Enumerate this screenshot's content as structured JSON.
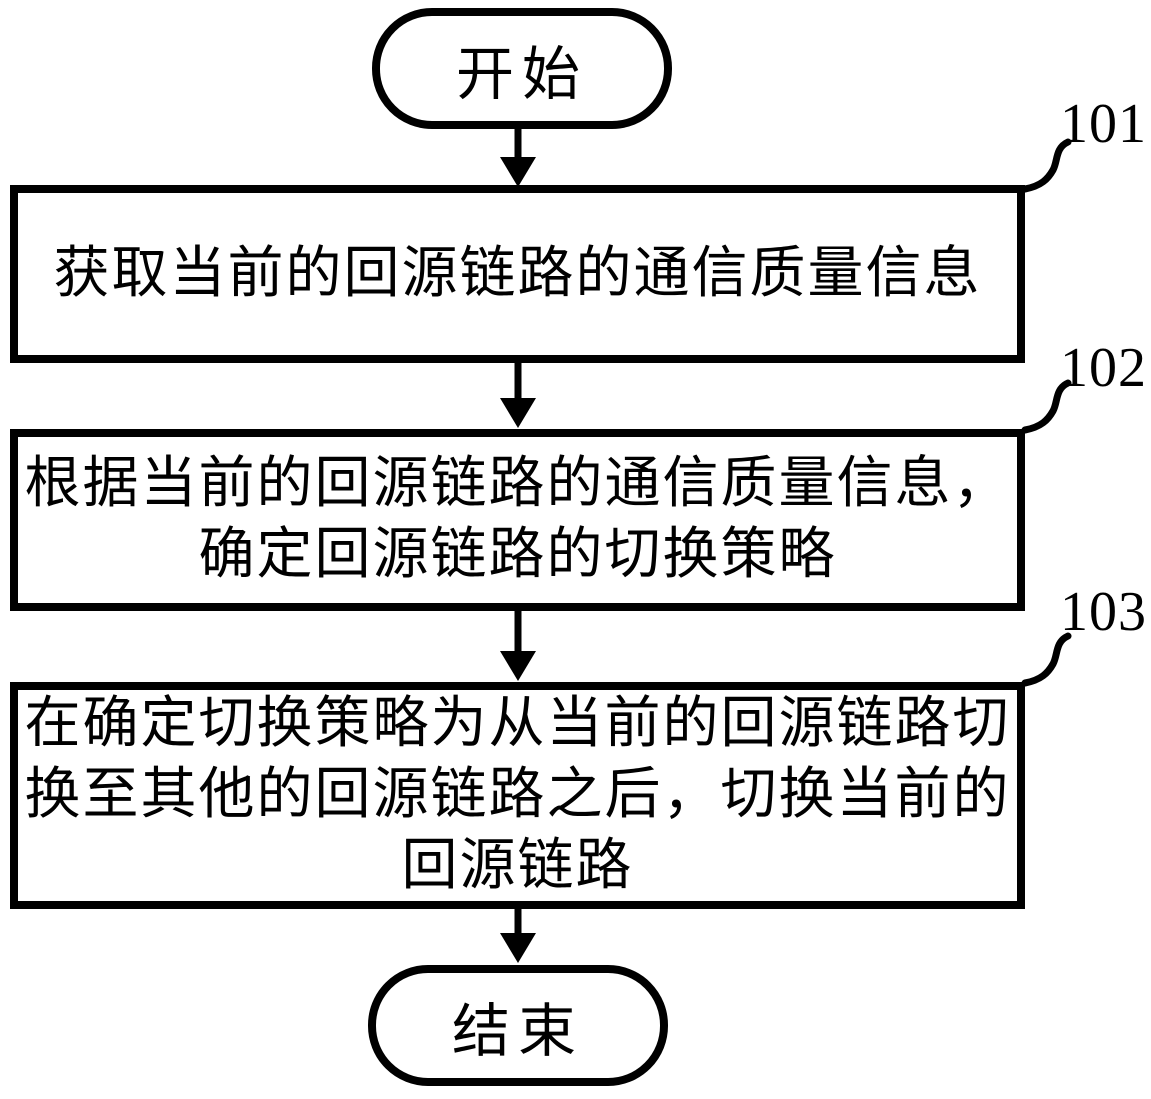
{
  "diagram": {
    "colors": {
      "ink": "#000000",
      "paper": "#ffffff"
    },
    "start": {
      "label": "开始"
    },
    "end": {
      "label": "结束"
    },
    "steps": [
      {
        "ref": "101",
        "lines": [
          "获取当前的回源链路的通信质量信息"
        ]
      },
      {
        "ref": "102",
        "lines": [
          "根据当前的回源链路的通信质量信息，",
          "确定回源链路的切换策略"
        ]
      },
      {
        "ref": "103",
        "lines": [
          "在确定切换策略为从当前的回源链路切",
          "换至其他的回源链路之后，切换当前的",
          "回源链路"
        ]
      }
    ]
  }
}
